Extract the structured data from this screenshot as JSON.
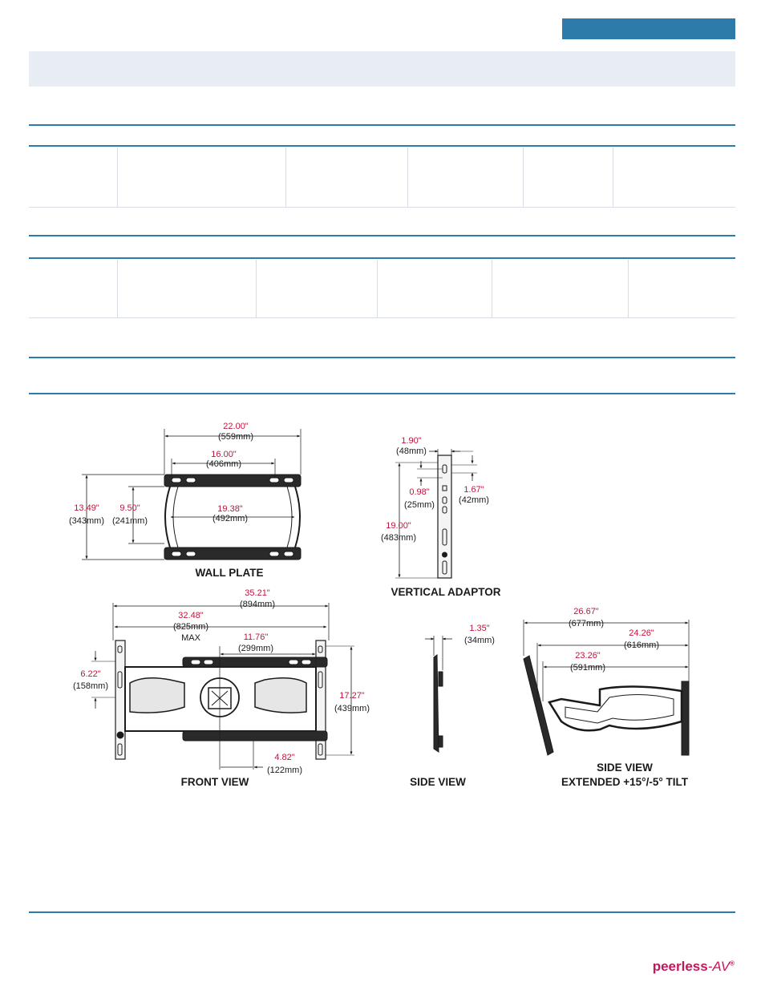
{
  "colors": {
    "accent": "#2d7ba8",
    "band": "#e8edf3",
    "dim": "#c0143c",
    "line": "#1a1a1a"
  },
  "drawings": {
    "wall_plate": {
      "title": "WALL PLATE",
      "dims": [
        {
          "in": "22.00\"",
          "mm": "(559mm)"
        },
        {
          "in": "16.00\"",
          "mm": "(406mm)"
        },
        {
          "in": "13.49\"",
          "mm": "(343mm)"
        },
        {
          "in": "9.50\"",
          "mm": "(241mm)"
        },
        {
          "in": "19.38\"",
          "mm": "(492mm)"
        }
      ]
    },
    "vertical_adaptor": {
      "title": "VERTICAL ADAPTOR",
      "dims": [
        {
          "in": "1.90\"",
          "mm": "(48mm)"
        },
        {
          "in": "0.98\"",
          "mm": "(25mm)"
        },
        {
          "in": "1.67\"",
          "mm": "(42mm)"
        },
        {
          "in": "19.00\"",
          "mm": "(483mm)"
        }
      ]
    },
    "front_view": {
      "title": "FRONT VIEW",
      "dims": [
        {
          "in": "35.21\"",
          "mm": "(894mm)"
        },
        {
          "in": "32.48\"",
          "mm": "(825mm)",
          "note": "MAX"
        },
        {
          "in": "11.76\"",
          "mm": "(299mm)"
        },
        {
          "in": "6.22\"",
          "mm": "(158mm)"
        },
        {
          "in": "17.27\"",
          "mm": "(439mm)"
        },
        {
          "in": "4.82\"",
          "mm": "(122mm)"
        }
      ]
    },
    "side_view": {
      "title": "SIDE VIEW",
      "dims": [
        {
          "in": "1.35\"",
          "mm": "(34mm)"
        }
      ]
    },
    "side_view_extended": {
      "title1": "SIDE VIEW",
      "title2": "EXTENDED +15°/-5° TILT",
      "dims": [
        {
          "in": "26.67\"",
          "mm": "(677mm)"
        },
        {
          "in": "24.26\"",
          "mm": "(616mm)"
        },
        {
          "in": "23.26\"",
          "mm": "(591mm)"
        }
      ]
    }
  },
  "footer": {
    "brand": "peerless",
    "brand_suffix": "-AV",
    "trademark": "®"
  }
}
